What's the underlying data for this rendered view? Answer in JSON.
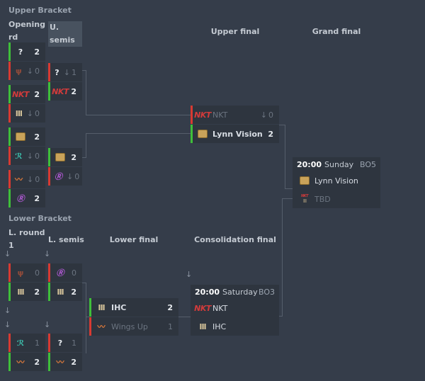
{
  "sections": {
    "upper": "Upper Bracket",
    "lower": "Lower Bracket"
  },
  "columns": {
    "opening": "Opening rd",
    "usemis": "U. semis",
    "ufinal": "Upper final",
    "gfinal": "Grand final",
    "lround": "L. round 1",
    "lsemis": "L. semis",
    "lfinal": "Lower final",
    "consol": "Consolidation final"
  },
  "down_arrow": "↓",
  "question": "?",
  "teams": {
    "nkt": "NKT",
    "lynn": "Lynn Vision",
    "tbd": "TBD",
    "ihc": "IHC",
    "wings": "Wings Up"
  },
  "logo_text": {
    "nkt": "NKT",
    "ihc": "III",
    "wings": "〰",
    "teal": "ℛ",
    "purple": "Ⓡ",
    "maroon": "ψ"
  },
  "scores": {
    "o1a": "2",
    "o1b": "0",
    "o2a": "2",
    "o2b": "0",
    "o3a": "2",
    "o3b": "0",
    "o4a": "0",
    "o4b": "2",
    "s1a": "1",
    "s1b": "2",
    "s2a": "2",
    "s2b": "0",
    "ufa": "0",
    "ufb": "2",
    "l1a": "0",
    "l1b": "2",
    "l2a": "1",
    "l2b": "2",
    "ls1a": "0",
    "ls1b": "2",
    "ls2a": "1",
    "ls2b": "2",
    "lfa": "2",
    "lfb": "1"
  },
  "grand_final": {
    "time": "20:00",
    "day": "Sunday",
    "bo": "BO5"
  },
  "consolidation": {
    "time": "20:00",
    "day": "Saturday",
    "bo": "BO3"
  },
  "colors": {
    "win": "#3fbf3a",
    "loss": "#d83a32",
    "background": "#353d4a",
    "cell": "#2e353f"
  }
}
